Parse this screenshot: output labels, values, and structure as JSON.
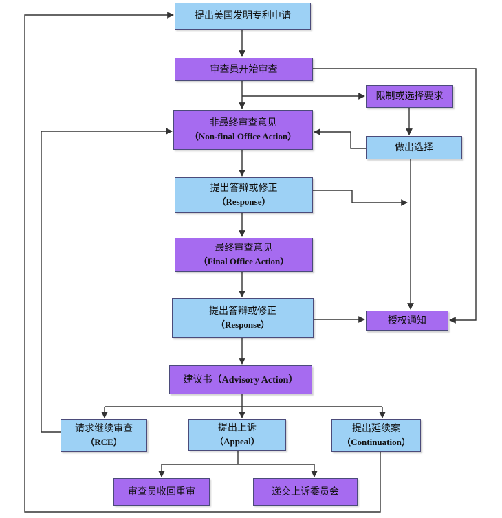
{
  "colors": {
    "blue_fill": "#9dd1f5",
    "purple_fill": "#a66bf0",
    "line": "#333333"
  },
  "nodes": {
    "file_application": {
      "label": "提出美国发明专利申请"
    },
    "begin_examination": {
      "label": "审查员开始审查"
    },
    "restriction": {
      "label": "限制或选择要求"
    },
    "make_election": {
      "label": "做出选择"
    },
    "non_final_action": {
      "label": "非最终审查意见",
      "sub": "（Non-final Office Action）"
    },
    "response_1": {
      "label": "提出答辩或修正",
      "sub": "（Response）"
    },
    "final_action": {
      "label": "最终审查意见",
      "sub": "（Final Office Action）"
    },
    "response_2": {
      "label": "提出答辩或修正",
      "sub": "（Response）"
    },
    "allowance": {
      "label": "授权通知"
    },
    "advisory": {
      "label": "建议书",
      "sub": "（Advisory Action）"
    },
    "rce": {
      "label": "请求继续审查",
      "sub": "（RCE）"
    },
    "appeal": {
      "label": "提出上诉",
      "sub": "（Appeal）"
    },
    "continuation": {
      "label": "提出延续案",
      "sub": "（Continuation）"
    },
    "reopen": {
      "label": "审查员收回重审"
    },
    "board_appeal": {
      "label": "递交上诉委员会"
    }
  }
}
